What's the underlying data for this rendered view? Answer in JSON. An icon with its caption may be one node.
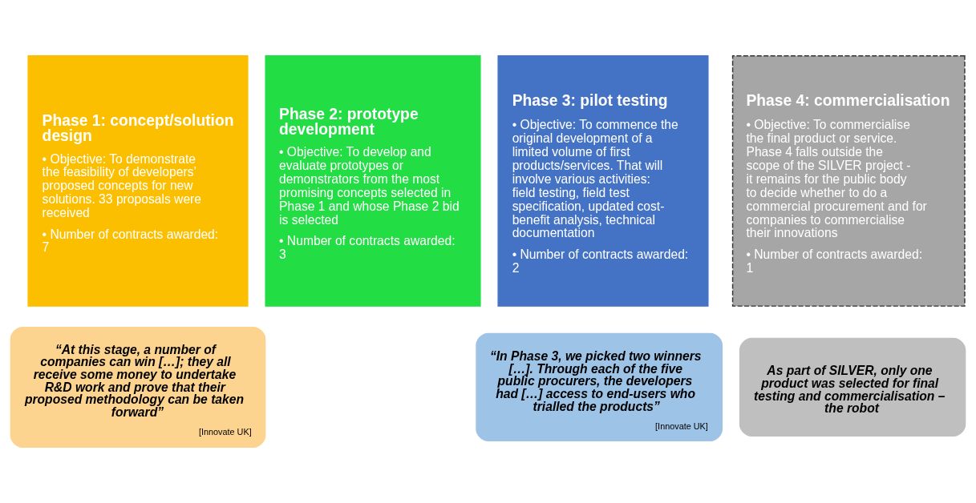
{
  "diagram": {
    "nodes": [
      {
        "text": [
          "Phase 1: concept/solution design",
          "• Objective: To demonstrate the feasibility of developers’ proposed concepts for new solutions. 33 proposals were received",
          "• Number of contracts awarded: 7"
        ]
      },
      {
        "text": [
          "Phase 2: prototype development",
          "• Objective: To develop and evaluate prototypes or demonstrators from the most promising concepts selected in Phase 1 and whose Phase 2 bid is selected",
          "• Number of contracts awarded: 3"
        ]
      },
      {
        "text": [
          "Phase 3: pilot testing",
          "• Objective: To commence the original development of a limited volume of first products/services. That will involve various activities: field testing, field test specification, updated cost-benefit analysis, technical documentation",
          "• Number of contracts awarded: 2"
        ]
      },
      {
        "text": [
          "Phase 4: commercialisation",
          "• Objective: To commercialise the final product or service. Phase 4 falls outside the scope of the SILVER project - it remains for the public body to decide whether to do a commercial procurement and for companies to commercialise their innovations",
          "• Number of contracts awarded: 1"
        ]
      },
      {
        "text": [
          "“At this stage, a number of companies can win […]; they all receive some money to undertake R&D work and prove that their proposed methodology can be taken forward”",
          "[Innovate UK]"
        ]
      },
      {
        "text": [
          "“In Phase 3, we picked two winners […]. Through each of the five public procurers, the developers had […] access to end-users who trialled the products”",
          "[Innovate UK]"
        ]
      },
      {
        "text": [
          "As part of SILVER, only one product was selected for final testing and commercialisation – the robot"
        ]
      }
    ],
    "edges": []
  }
}
